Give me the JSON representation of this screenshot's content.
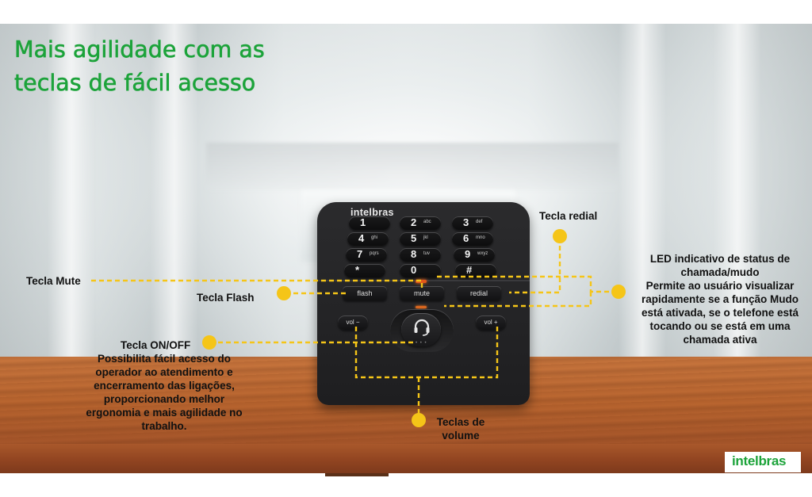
{
  "title": {
    "line1": "Mais agilidade com as",
    "line2": "teclas de fácil acesso"
  },
  "device": {
    "brand": "intelbras",
    "keys": [
      {
        "digit": "1",
        "sub": ""
      },
      {
        "digit": "2",
        "sub": "abc"
      },
      {
        "digit": "3",
        "sub": "def"
      },
      {
        "digit": "4",
        "sub": "ghi"
      },
      {
        "digit": "5",
        "sub": "jkl"
      },
      {
        "digit": "6",
        "sub": "mno"
      },
      {
        "digit": "7",
        "sub": "pqrs"
      },
      {
        "digit": "8",
        "sub": "tuv"
      },
      {
        "digit": "9",
        "sub": "wxyz"
      },
      {
        "digit": "*",
        "sub": ""
      },
      {
        "digit": "0",
        "sub": ""
      },
      {
        "digit": "#",
        "sub": ""
      }
    ],
    "flash": "flash",
    "mute": "mute",
    "redial": "redial",
    "vol_minus": "vol −",
    "vol_plus": "vol +"
  },
  "annotations": {
    "redial": "Tecla redial",
    "mute": "Tecla Mute",
    "flash": "Tecla Flash",
    "led_title_line1": "LED indicativo de status de",
    "led_title_line2": "chamada/mudo",
    "led_desc": [
      "Permite ao usuário visualizar",
      "rapidamente se a função Mudo",
      "está ativada, se o telefone está",
      "tocando ou se está em uma",
      "chamada ativa"
    ],
    "onoff_title": "Tecla ON/OFF",
    "onoff_desc": [
      "Possibilita fácil acesso do",
      "operador ao atendimento e",
      "encerramento das ligações,",
      "proporcionando melhor",
      "ergonomia e mais agilidade no",
      "trabalho."
    ],
    "volume_line1": "Teclas de",
    "volume_line2": "volume"
  },
  "logo": "intelbras",
  "colors": {
    "title_green": "#1ca33a",
    "annotation_yellow": "#f5c518",
    "device_body": "#262628",
    "table_wood": "#b9652f"
  },
  "icons": {
    "headset": "headset-icon"
  }
}
